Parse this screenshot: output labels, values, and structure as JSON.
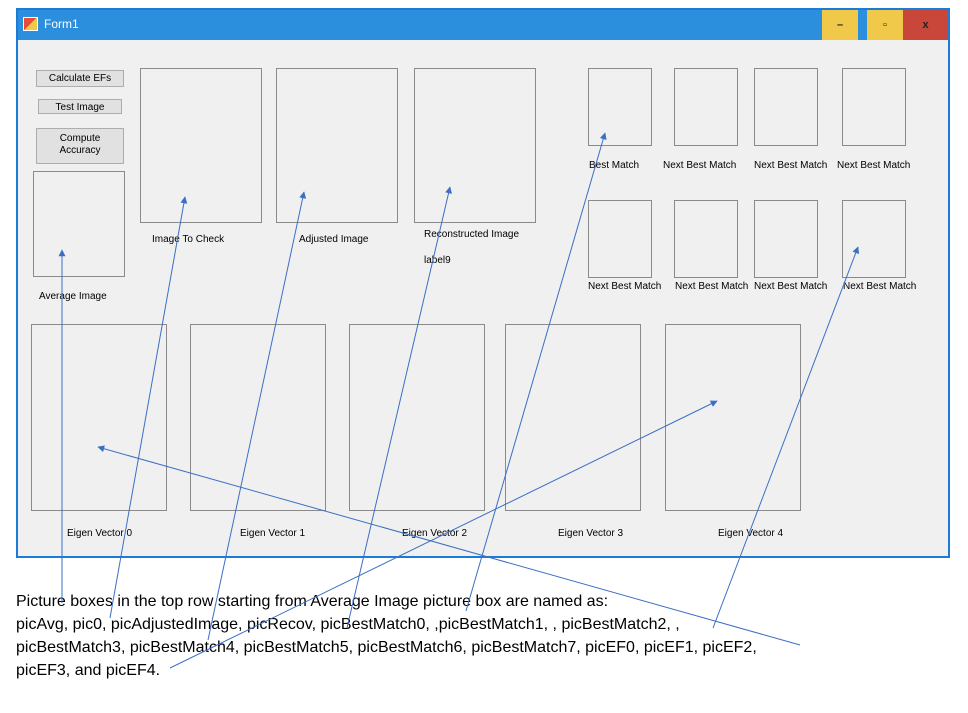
{
  "window": {
    "title": "Form1",
    "minimize_glyph": "–",
    "maximize_glyph": "▫",
    "close_glyph": "x"
  },
  "buttons": {
    "calculate": "Calculate EFs",
    "test": "Test Image",
    "compute_line1": "Compute",
    "compute_line2": "Accuracy"
  },
  "labels": {
    "average": "Average Image",
    "check": "Image To Check",
    "adjusted": "Adjusted Image",
    "reconstructed": "Reconstructed Image",
    "label9": "label9",
    "best": "Best Match",
    "next1": "Next Best Match",
    "next2": "Next Best Match",
    "next3": "Next Best Match",
    "next4": "Next Best Match",
    "next5": "Next Best Match",
    "next6": "Next Best Match",
    "next7": "Next Best Match",
    "ev0": "Eigen Vector 0",
    "ev1": "Eigen Vector 1",
    "ev2": "Eigen Vector 2",
    "ev3": "Eigen Vector 3",
    "ev4": "Eigen Vector 4"
  },
  "caption": {
    "line1": "Picture boxes in the top row starting from Average Image picture box are named as:",
    "line2": "picAvg, pic0, picAdjustedImage, picRecov, picBestMatch0, ,picBestMatch1, , picBestMatch2, ,",
    "line3": "picBestMatch3, picBestMatch4, picBestMatch5, picBestMatch6, picBestMatch7, picEF0, picEF1, picEF2,",
    "line4": "picEF3, and picEF4."
  },
  "colors": {
    "titlebar": "#2b8fdd",
    "close": "#c9473a",
    "arrow": "#3a6fc4"
  }
}
